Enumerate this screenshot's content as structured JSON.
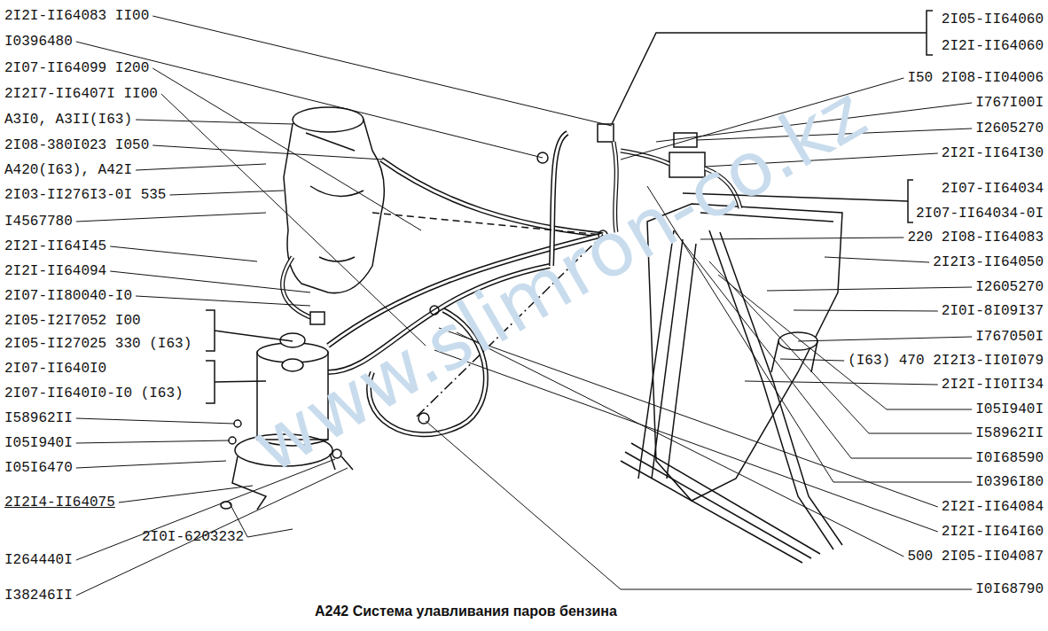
{
  "diagram": {
    "caption": "A242 Система улавливания паров бензина",
    "labels": [
      "2I2I-II64083 II00",
      "I0396480",
      "2I07-II64099 I200",
      "2I2I7-II6407I II00",
      "A3I0, A3II(I63)",
      "2I08-380I023 I050",
      "A420(I63), A42I",
      "2I03-II276I3-0I 535",
      "I4567780",
      "2I2I-II64I45",
      "2I2I-II64094",
      "2I07-II80040-I0",
      "2I05-I2I7052 I00",
      "2I05-II27025 330 (I63)",
      "2I07-II640I0",
      "2I07-II640I0-I0 (I63)",
      "I58962II",
      "I05I940I",
      "I05I6470",
      "2I2I4-II64075",
      "2I0I-6203232",
      "I264440I",
      "I38246II",
      "2I05-II64060",
      "2I2I-II64060",
      "I50 2I08-II04006",
      "I767I00I",
      "I2605270",
      "2I2I-II64I30",
      "2I07-II64034",
      "2I07-II64034-0I",
      "220 2I08-II64083",
      "2I2I3-II64050",
      "I2605270",
      "2I0I-8I09I37",
      "I767050I",
      "(I63) 470 2I2I3-II0I079",
      "2I2I-II0II34",
      "I05I940I",
      "I58962II",
      "I0I68590",
      "I0396I80",
      "2I2I-II64084",
      "2I2I-II64I60",
      "500 2I05-II04087",
      "I0I68790",
      "www.slimron-co.kz"
    ]
  }
}
